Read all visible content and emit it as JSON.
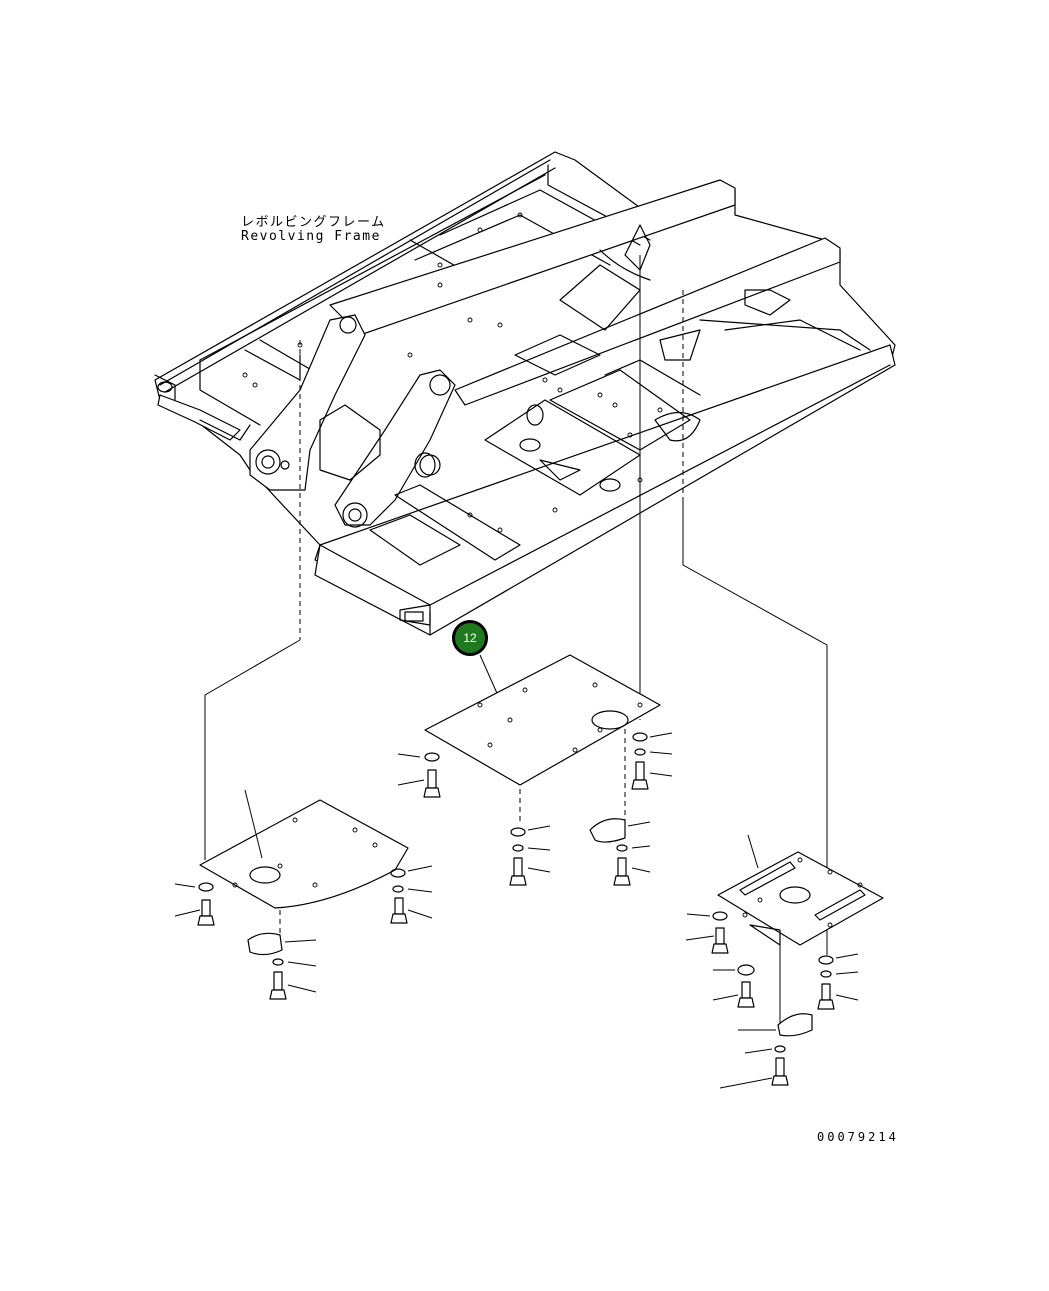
{
  "frame_label": {
    "japanese": "レボルビングフレーム",
    "english": "Revolving Frame"
  },
  "callout": {
    "number": "12",
    "color": "#1f7a1f"
  },
  "drawing_number": "00079214"
}
